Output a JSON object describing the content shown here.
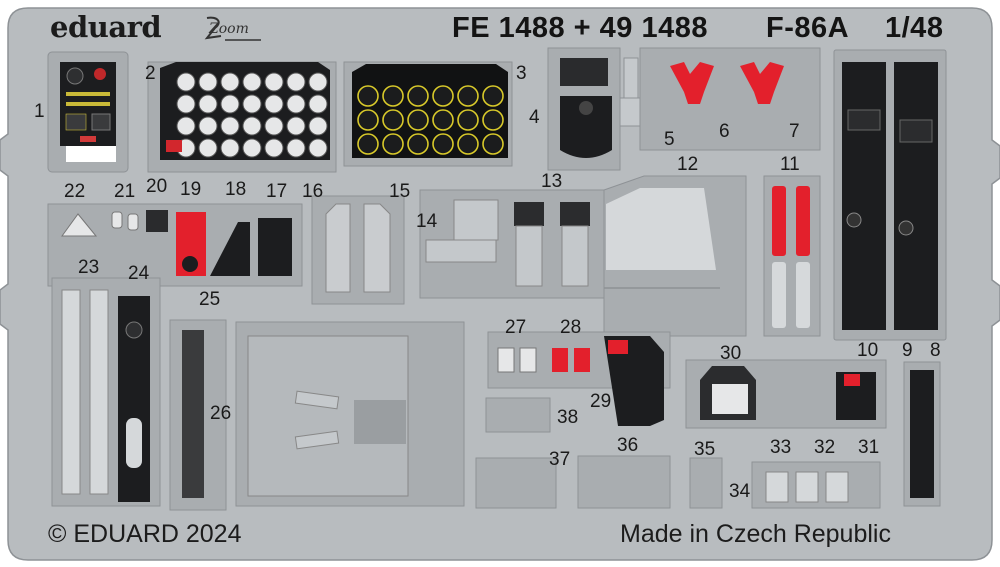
{
  "header": {
    "brand": "eduard",
    "zoom": "Zoom",
    "set_codes": "FE 1488 + 49 1488",
    "aircraft": "F-86A",
    "scale": "1/48"
  },
  "footer": {
    "copyright": "© EDUARD 2024",
    "origin": "Made in Czech Republic"
  },
  "part_numbers": [
    "1",
    "2",
    "3",
    "4",
    "5",
    "6",
    "7",
    "8",
    "9",
    "10",
    "11",
    "12",
    "13",
    "14",
    "15",
    "16",
    "17",
    "18",
    "19",
    "20",
    "21",
    "22",
    "23",
    "24",
    "25",
    "26",
    "27",
    "28",
    "29",
    "30",
    "31",
    "32",
    "33",
    "34",
    "35",
    "36",
    "37",
    "38"
  ],
  "colors": {
    "fret": "#b8bcbf",
    "fret_edge": "#8e9296",
    "background": "#ffffff",
    "panel_black": "#1c1d1f",
    "instrument_yellow": "#d8c92a",
    "red_part": "#e3202c"
  }
}
